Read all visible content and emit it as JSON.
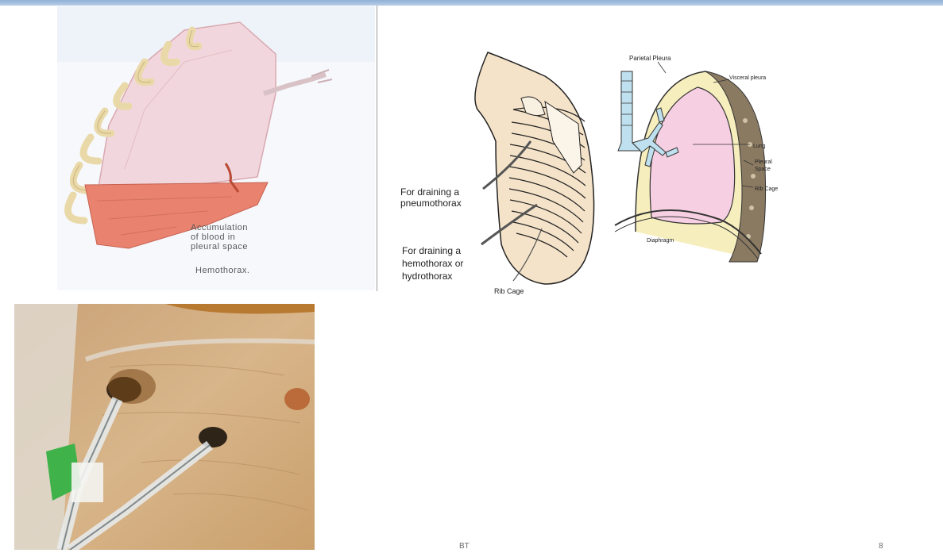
{
  "slide": {
    "footer_left": "BT",
    "slide_number": "8"
  },
  "hemothorax_figure": {
    "caption_lines": [
      "Accumulation",
      "of blood in",
      "pleural space"
    ],
    "title": "Hemothorax."
  },
  "chest_tube_figure": {
    "labels": {
      "pneumo_1": "For draining a",
      "pneumo_2": "pneumothorax",
      "hemo_1": "For draining a",
      "hemo_2": "hemothorax or",
      "hemo_3": "hydrothorax",
      "rib_cage": "Rib Cage"
    }
  },
  "pleura_figure": {
    "labels": {
      "parietal": "Parietal Pleura",
      "visceral": "Visceral pleura",
      "lung": "Lung",
      "pleural_1": "Pleural",
      "pleural_2": "Space",
      "rib_cage": "Rib Cage",
      "diaphragm": "Diaphragm"
    }
  }
}
